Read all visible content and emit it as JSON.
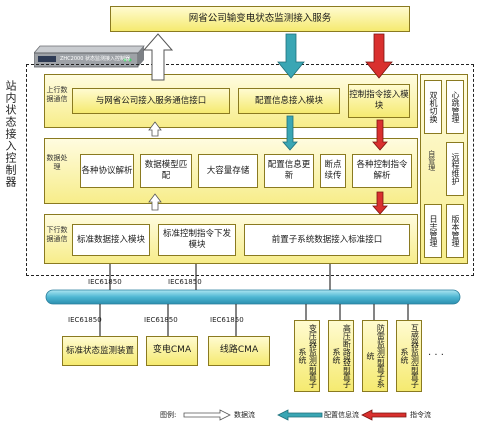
{
  "top_service": "网省公司输变电状态监测接入服务",
  "device_label": "ZHC2000 状态监测接入控制器",
  "controller_title": "站内状态接入控制器",
  "layers": {
    "upper": "上行数据通信",
    "data": "数据处理",
    "lower": "下行数据通信"
  },
  "upper_boxes": [
    "与网省公司接入服务通信接口",
    "配置信息接入模块",
    "控制指令接入模块"
  ],
  "data_boxes": [
    "各种协议解析",
    "数据模型匹配",
    "大容量存储",
    "配置信息更新",
    "断点续传",
    "各种控制指令解析"
  ],
  "lower_boxes": [
    "标准数据接入模块",
    "标准控制指令下发模块",
    "前置子系统数据接入标准接口"
  ],
  "right_modules": [
    "双机切换",
    "心跳管理",
    "远程维护",
    "日志管理",
    "版本管理"
  ],
  "self_check": "自管理",
  "bus_labels": [
    "IEC61850",
    "IEC61850",
    "IEC61850",
    "IEC61850",
    "IEC61850"
  ],
  "bottom_devices": [
    "标准状态监测装置",
    "变电CMA",
    "线路CMA"
  ],
  "bottom_subsystems": [
    "变压器监测前置子系统",
    "高压断路器前置子系统",
    "防雷监测前置子系统",
    "互感器监测前置子系统"
  ],
  "ellipsis": "·  ·  ·",
  "legend": {
    "data_flow": "数据流",
    "config_flow": "配置信息流",
    "command_flow": "指令流",
    "legend_title": "图例:"
  },
  "colors": {
    "data_arrow": "#ffffff",
    "config_arrow": "#3aa6b4",
    "command_arrow": "#d9302e",
    "bus": "#5bc3de"
  }
}
